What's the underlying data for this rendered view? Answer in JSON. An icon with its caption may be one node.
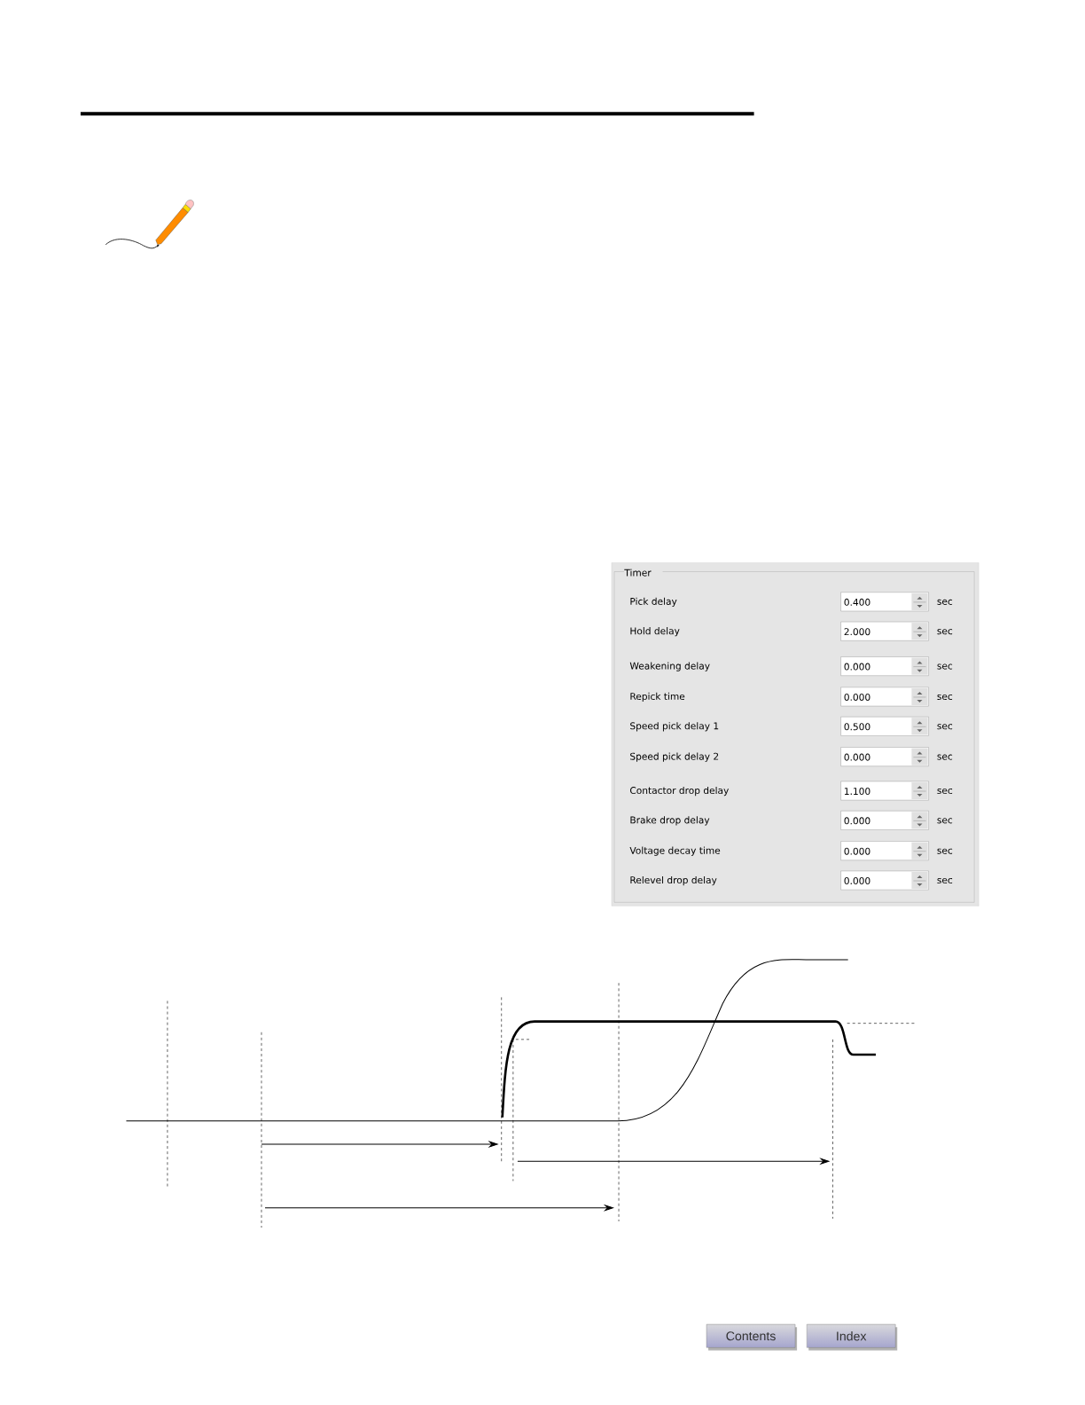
{
  "diagram": {
    "labels": [
      "Timer",
      "Pick delay",
      "0.400",
      "sec",
      "Hold delay",
      "2.000",
      "sec",
      "Weakening delay",
      "0.000",
      "sec",
      "Repick time",
      "0.000",
      "sec",
      "Speed pick delay 1",
      "0.500",
      "sec",
      "Speed pick delay 2",
      "0.000",
      "sec",
      "Contactor drop delay",
      "1.100",
      "sec",
      "Brake drop delay",
      "0.000",
      "sec",
      "Voltage decay time",
      "0.000",
      "sec",
      "Relevel drop delay",
      "0.000",
      "sec",
      "Contents",
      "Index"
    ]
  }
}
